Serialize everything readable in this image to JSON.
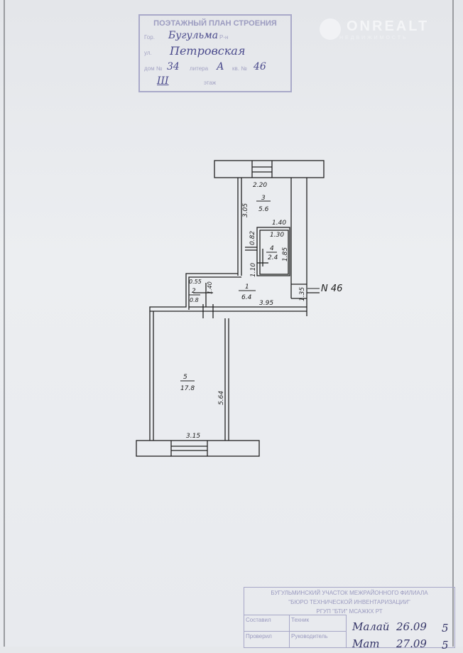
{
  "stamp_header": {
    "title": "ПОЭТАЖНЫЙ ПЛАН СТРОЕНИЯ",
    "city": "Бугульма",
    "street": "Петровская",
    "house": "34",
    "letter": "А",
    "apartment": "46",
    "floor": "III",
    "label_city": "Гор.",
    "label_street": "ул.",
    "label_house": "дом №",
    "label_letter": "литера",
    "label_apt": "кв. №",
    "label_floor": "этаж",
    "label_district": "Р-н"
  },
  "watermark": {
    "brand": "ONREALT",
    "sub": "НЕДВИЖИМОСТЬ"
  },
  "plan": {
    "rooms": [
      {
        "number": "1",
        "area": "6.4"
      },
      {
        "number": "2",
        "area": "0.8"
      },
      {
        "number": "3",
        "area": "5.6"
      },
      {
        "number": "4",
        "area": "2.4"
      },
      {
        "number": "5",
        "area": "17.8"
      }
    ],
    "dims": {
      "d220": "2.20",
      "d305": "3.05",
      "d140": "1.40",
      "d082": "0.82",
      "d130": "1.30",
      "d185": "1.85",
      "d110": "1.10",
      "d055": "0.55",
      "d140b": "1.40",
      "d395": "3.95",
      "d135": "1.35",
      "d564": "5.64",
      "d315": "3.15"
    },
    "apartment_marker": "N 46"
  },
  "title_block": {
    "org": "БУГУЛЬМИНСКИЙ УЧАСТОК МЕЖРАЙОННОГО ФИЛИАЛА",
    "bureau": "\"БЮРО ТЕХНИЧЕСКОЙ ИНВЕНТАРИЗАЦИИ\"",
    "rgup": "РГУП \"БТИ\" МСАЖКХ РТ",
    "row1": {
      "role": "Составил",
      "position": "Техник",
      "name": "Малай",
      "date": "26.09",
      "num": "5"
    },
    "row2": {
      "role": "Проверил",
      "position": "Руководитель",
      "name": "Мат",
      "date": "27.09",
      "num": "5"
    }
  }
}
